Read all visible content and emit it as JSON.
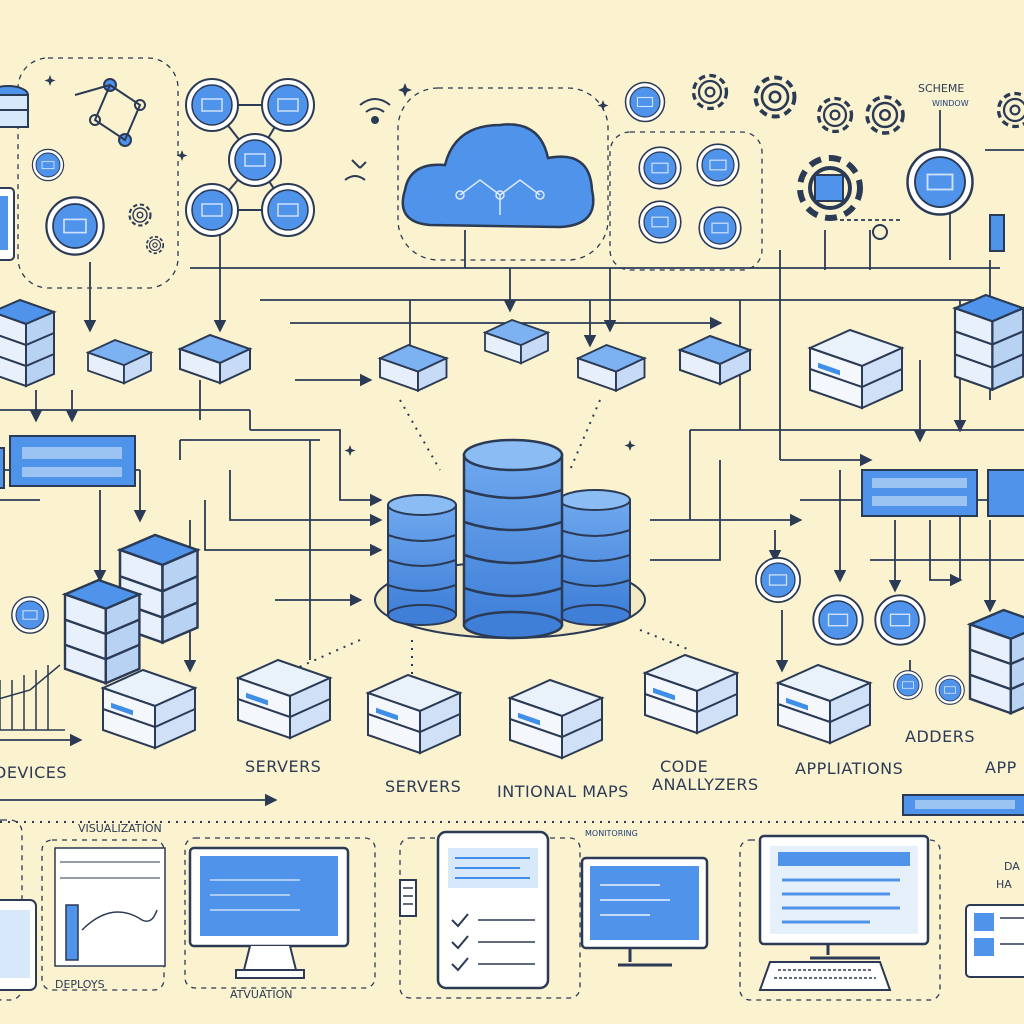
{
  "colors": {
    "background": "#fbf3cf",
    "accent_blue": "#3f8ee8",
    "light_blue": "#d8e8fb",
    "outline": "#2b3a55",
    "dashed": "#30406a"
  },
  "labels": {
    "scheme": "SCHEME",
    "window": "WINDOW",
    "devices": "DEVICES",
    "servers_1": "SERVERS",
    "servers_2": "SERVERS",
    "national_maps": "INTIONAL MAPS",
    "code_analyzers_1": "CODE",
    "code_analyzers_2": "ANALLYZERS",
    "applications": "APPLIATIONS",
    "adders": "ADDERS",
    "app_partial": "APP",
    "visualization": "VISUALIZATION",
    "deploy": "DEPLOYS",
    "activation": "ATVUATION",
    "monitoring": "MONITORING",
    "data_partial_1": "DA",
    "data_partial_2": "HA"
  },
  "icons": [
    "database-icon",
    "cloud-icon",
    "molecule-icon",
    "gear-icon",
    "server-icon",
    "monitor-icon",
    "clipboard-icon",
    "chart-icon",
    "wifi-icon",
    "tablet-icon"
  ]
}
